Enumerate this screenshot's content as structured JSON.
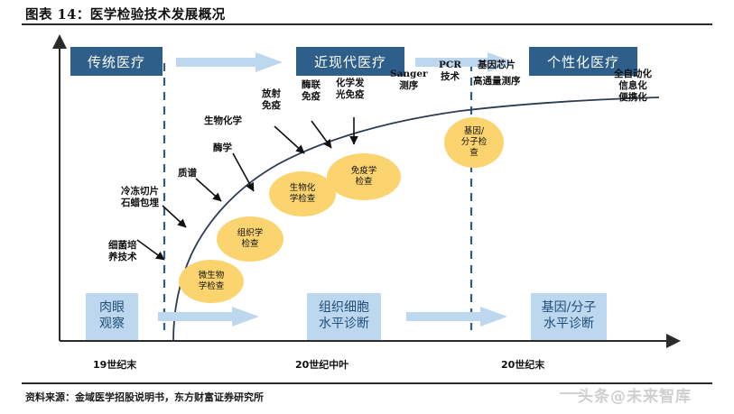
{
  "figure": {
    "title": "图表 14：医学检验技术发展概况",
    "source": "资料来源：金域医学招股说明书，东方财富证券研究所",
    "watermark": "头条@未来智库"
  },
  "colors": {
    "era_box_bg": "#2e5f8a",
    "era_box_text": "#ffffff",
    "level_box_bg": "#bdd7ee",
    "level_box_text": "#1f4e79",
    "bubble_bg": "#fbd470",
    "arrow_fill": "#bdd7ee",
    "divider": "#2e5f8a",
    "curve": "#2b3b52",
    "axis": "#2b2b2b"
  },
  "eras": [
    {
      "label": "传统医疗"
    },
    {
      "label": "近现代医疗"
    },
    {
      "label": "个性化医疗"
    }
  ],
  "levels": [
    {
      "lines": [
        "肉眼",
        "观察"
      ]
    },
    {
      "lines": [
        "组织细胞",
        "水平诊断"
      ]
    },
    {
      "lines": [
        "基因/分子",
        "水平诊断"
      ]
    }
  ],
  "axis": {
    "ticks": [
      "19世纪末",
      "20世纪中叶",
      "20世纪末"
    ]
  },
  "techniques": [
    {
      "lines": [
        "细菌培",
        "养技术"
      ]
    },
    {
      "lines": [
        "冷冻切片",
        "石蜡包埋"
      ]
    },
    {
      "lines": [
        "质谱"
      ]
    },
    {
      "lines": [
        "酶学"
      ]
    },
    {
      "lines": [
        "生物化学"
      ]
    },
    {
      "lines": [
        "放射",
        "免疫"
      ]
    },
    {
      "lines": [
        "酶联",
        "免疫"
      ]
    },
    {
      "lines": [
        "化学发",
        "光免疫"
      ]
    },
    {
      "lines": [
        "Sanger",
        "测序"
      ]
    },
    {
      "lines": [
        "PCR",
        "技术"
      ]
    },
    {
      "lines": [
        "基因芯片"
      ]
    },
    {
      "lines": [
        "高通量测序"
      ]
    },
    {
      "lines": [
        "全自动化",
        "信息化",
        "便携化"
      ]
    }
  ],
  "bubbles": [
    {
      "lines": [
        "微生物",
        "学检查"
      ]
    },
    {
      "lines": [
        "组织学",
        "检查"
      ]
    },
    {
      "lines": [
        "生物化",
        "学检查"
      ]
    },
    {
      "lines": [
        "免疫学",
        "检查"
      ]
    },
    {
      "lines": [
        "基因/",
        "分子检",
        "查"
      ]
    }
  ],
  "chart_data": {
    "type": "line",
    "title": "医学检验技术发展概况",
    "xlabel": "",
    "ylabel": "",
    "x_tick_labels": [
      "19世纪末",
      "20世纪中叶",
      "20世纪末"
    ],
    "description": "S形/对数增长曲线表示医学检验技术水平随时间提升",
    "curve_points": [
      {
        "x": 0.14,
        "y": 0.02
      },
      {
        "x": 0.17,
        "y": 0.22
      },
      {
        "x": 0.24,
        "y": 0.45
      },
      {
        "x": 0.34,
        "y": 0.62
      },
      {
        "x": 0.48,
        "y": 0.74
      },
      {
        "x": 0.64,
        "y": 0.82
      },
      {
        "x": 0.8,
        "y": 0.86
      },
      {
        "x": 0.97,
        "y": 0.88
      }
    ],
    "grid": false,
    "legend": "none"
  }
}
